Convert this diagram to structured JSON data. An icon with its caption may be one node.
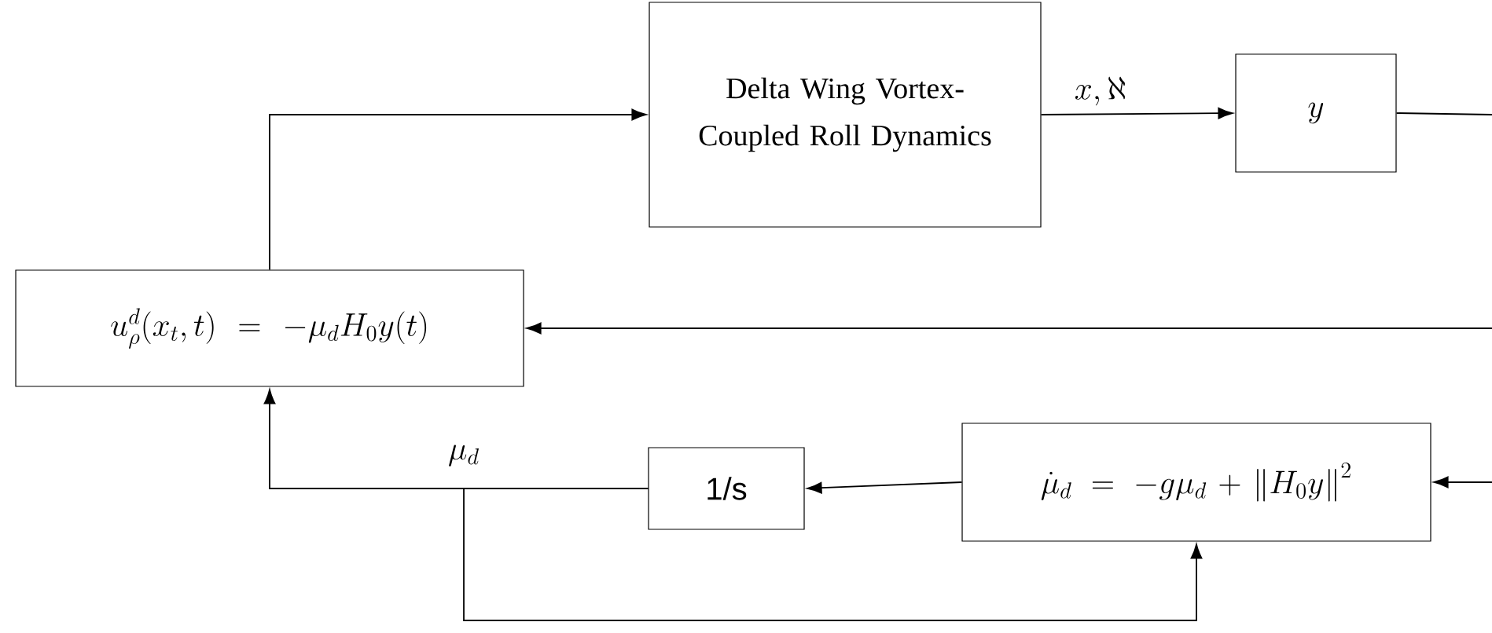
{
  "diagram": {
    "nodes": [
      {
        "text": [
          "Delta Wing Vortex-Coupled Roll Dynamics"
        ]
      },
      {
        "text": [
          "y"
        ]
      },
      {
        "text": [
          "u_{\\rho}^{d}(x_{t},t)=-\\mu_{d}H_{0}y(t)"
        ]
      },
      {
        "text": [
          "1/s"
        ]
      },
      {
        "text": [
          "\\dot{\\mu}_{d}=-g\\mu_{d}+\\left\\|H_{0}y\\right\\|^{2}"
        ]
      }
    ],
    "edges": [
      {
        "from": 2,
        "to": 0,
        "arrow": "to"
      },
      {
        "from": 0,
        "to": 1,
        "arrow": "to",
        "label": "x,\\aleph"
      },
      {
        "from": 1,
        "to": null,
        "arrow": "none"
      },
      {
        "from": null,
        "to": 2,
        "arrow": "to"
      },
      {
        "from": null,
        "to": 4,
        "arrow": "to"
      },
      {
        "from": 4,
        "to": 3,
        "arrow": "to"
      },
      {
        "from": 3,
        "to": 2,
        "arrow": "to",
        "label": "\\mu_{d}"
      },
      {
        "from": 3,
        "to": 4,
        "arrow": "to"
      }
    ]
  }
}
